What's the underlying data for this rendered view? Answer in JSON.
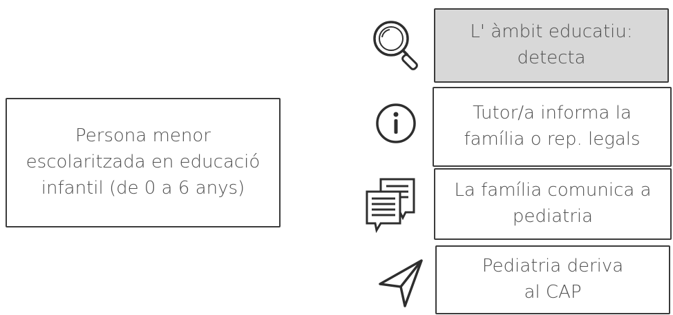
{
  "left_box": {
    "text": "Persona menor\nescolaritzada en educació\ninfantil (de 0 a 6 anys)"
  },
  "steps": [
    {
      "text": "L' àmbit educatiu:\ndetecta",
      "icon": "magnifier-icon",
      "fill": "#d8d8d8"
    },
    {
      "text": "Tutor/a informa la\nfamília o rep. legals",
      "icon": "info-icon"
    },
    {
      "text": "La família comunica a\npediatria",
      "icon": "document-icon"
    },
    {
      "text": "Pediatria deriva\nal CAP",
      "icon": "send-icon"
    }
  ]
}
